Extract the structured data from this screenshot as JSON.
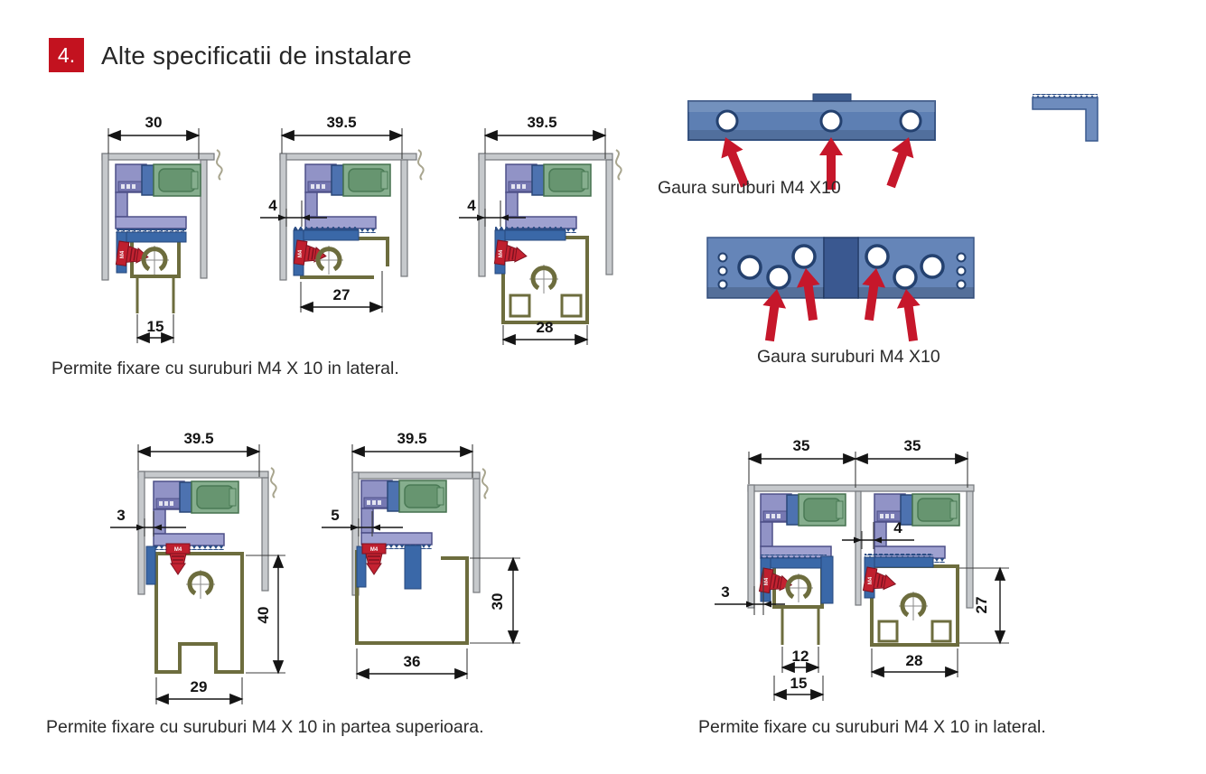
{
  "header": {
    "badge": "4.",
    "title": "Alte specificatii de instalare"
  },
  "captions": {
    "top_left": "Permite fixare cu suruburi M4 X 10 in lateral.",
    "bottom_left": "Permite fixare cu suruburi M4 X 10 in partea superioara.",
    "bottom_right": "Permite fixare cu suruburi M4 X 10 in lateral."
  },
  "labels": {
    "top_bar": "Gaura suruburi M4 X10",
    "bottom_bar": "Gaura suruburi M4 X10"
  },
  "screws": {
    "label": "M4"
  },
  "colors": {
    "accent_red": "#c3121f",
    "arrow_red": "#c6172b",
    "steel_blue": "#5d7fb3",
    "clamp_blue": "#3a68a8",
    "lavender": "#9fa1d0",
    "green": "#86ae8e",
    "olive": "#6d6d3e",
    "gray": "#c6c9cc"
  },
  "diagrams": {
    "d1": {
      "width_top": "30",
      "width_bottom": "15"
    },
    "d2": {
      "width_top": "39.5",
      "offset_left": "4",
      "width_bottom": "27"
    },
    "d3": {
      "width_top": "39.5",
      "offset_left": "4",
      "width_bottom": "28"
    },
    "d4": {
      "width_top": "39.5",
      "offset_left": "3",
      "height_right": "40",
      "width_bottom": "29"
    },
    "d5": {
      "width_top": "39.5",
      "offset_left": "5",
      "height_right": "30",
      "width_bottom": "36"
    },
    "d6": {
      "width_top": "35",
      "offset_left": "3",
      "width_inner": "12",
      "width_bottom": "15"
    },
    "d7": {
      "width_top": "35",
      "offset_mid": "4",
      "height_right": "27",
      "width_bottom": "28"
    }
  }
}
